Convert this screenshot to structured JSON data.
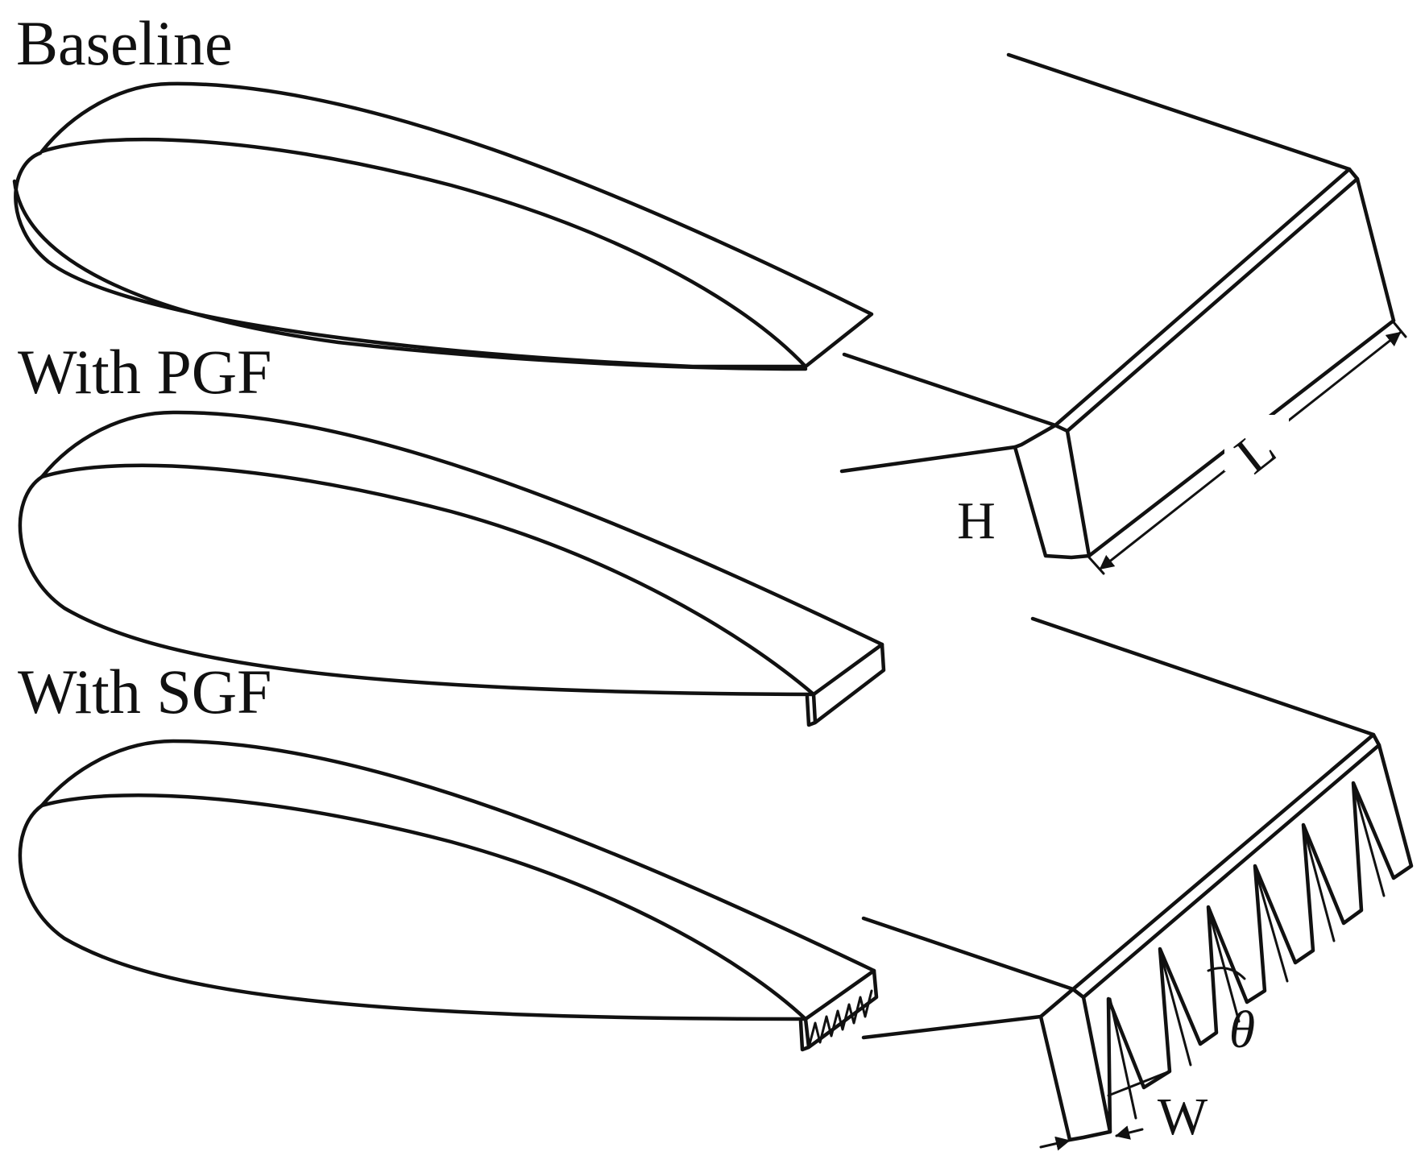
{
  "labels": {
    "baseline": "Baseline",
    "pgf": "With PGF",
    "sgf": "With SGF"
  },
  "dimensions": {
    "height": "H",
    "length": "L",
    "width": "W",
    "angle": "θ"
  },
  "colors": {
    "stroke": "#111111",
    "background": "#ffffff"
  }
}
